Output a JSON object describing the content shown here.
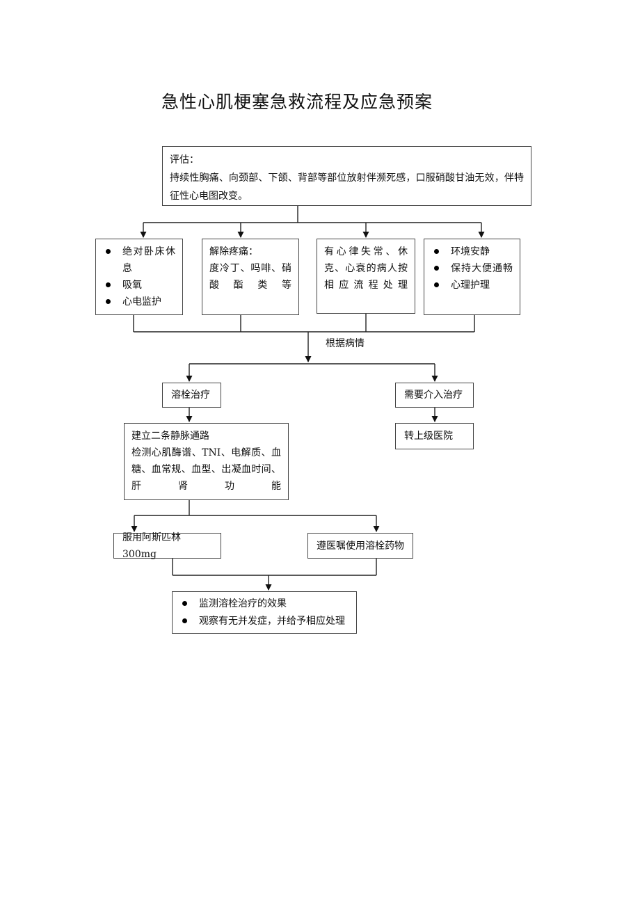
{
  "title": "急性心肌梗塞急救流程及应急预案",
  "assess": {
    "heading": "评估：",
    "text": "持续性胸痛、向颈部、下颌、背部等部位放射伴濒死感，口服硝酸甘油无效，伴特征性心电图改变。"
  },
  "care_box_1": {
    "items": [
      "绝对卧床休息",
      "吸氧",
      "心电监护"
    ]
  },
  "pain_box": {
    "heading": "解除疼痛：",
    "text": "度冷丁、吗啡、硝酸酯类等"
  },
  "arrhythmia_box": {
    "text": "有心律失常、休克、心衰的病人按相应流程处理"
  },
  "care_box_2": {
    "items": [
      "环境安静",
      "保持大便通畅",
      "心理护理"
    ]
  },
  "decision_label": "根据病情",
  "thrombolysis": "溶栓治疗",
  "intervention": "需要介入治疗",
  "transfer": "转上级医院",
  "iv_box": {
    "heading": "建立二条静脉通路",
    "text": "检测心肌酶谱、TNI、电解质、血糖、血常规、血型、出凝血时间、肝肾功能"
  },
  "aspirin": "服用阿斯匹林 300mg",
  "thrombolytic_drug": "遵医嘱使用溶栓药物",
  "monitor_box": {
    "items": [
      "监测溶栓治疗的效果",
      "观察有无并发症，并给予相应处理"
    ]
  }
}
